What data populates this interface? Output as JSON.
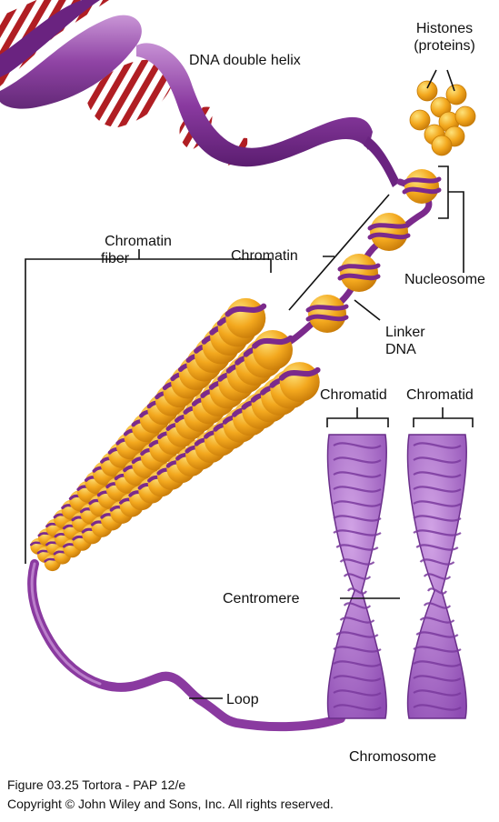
{
  "labels": {
    "dna_double_helix": "DNA double helix",
    "histones_line1": "Histones",
    "histones_line2": "(proteins)",
    "chromatin_fiber_line1": "Chromatin",
    "chromatin_fiber_line2": "fiber",
    "chromatin": "Chromatin",
    "nucleosome": "Nucleosome",
    "linker_dna_line1": "Linker",
    "linker_dna_line2": "DNA",
    "chromatid_left": "Chromatid",
    "chromatid_right": "Chromatid",
    "centromere": "Centromere",
    "loop": "Loop",
    "chromosome": "Chromosome"
  },
  "caption": {
    "figure": "Figure 03.25  Tortora - PAP 12/e",
    "copyright": "Copyright © John Wiley and Sons, Inc. All rights reserved."
  },
  "colors": {
    "dna_backbone": "#7b2a8c",
    "dna_light": "#b070c0",
    "base_pair_red": "#b01e23",
    "histone_orange": "#f2a81d",
    "histone_highlight": "#fbd66a",
    "chromosome_purple": "#a56bc6",
    "chromosome_dark": "#6a2f8a",
    "leader_line": "#111111"
  }
}
